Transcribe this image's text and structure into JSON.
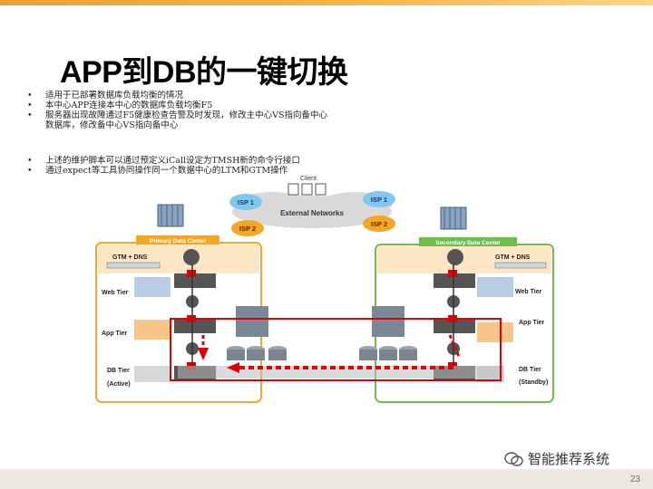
{
  "slide": {
    "title": "APP到DB的一键切换",
    "page_number": "23",
    "watermark": "智能推荐系统"
  },
  "bullets_top": [
    "适用于已部署数据库负载均衡的情况",
    "本中心APP连接本中心的数据库负载均衡F5",
    "服务器出现故障通过F5健康检查告警及时发现，修改主中心VS指向备中心数据库，修改备中心VS指向备中心"
  ],
  "bullets_bottom": [
    "上述的维护脚本可以通过预定义iCall设定为TMSH新的命令行接口",
    "通过expect等工具协同操作同一个数据中心的LTM和GTM操作"
  ],
  "diagram": {
    "client_label": "Client",
    "external_networks_label": "External Networks",
    "isp_left": [
      "ISP 1",
      "ISP 2"
    ],
    "isp_right": [
      "ISP 1",
      "ISP 2"
    ],
    "primary": {
      "header": "Primary Data Center",
      "gtm_label": "GTM + DNS",
      "web_tier": "Web Tier",
      "app_tier": "App Tier",
      "db_tier": "DB Tier",
      "db_state": "(Active)"
    },
    "secondary": {
      "header": "Secondary Data Center",
      "gtm_label": "GTM + DNS",
      "web_tier": "Web Tier",
      "app_tier": "App Tier",
      "db_tier": "DB Tier",
      "db_state": "(Standby)"
    },
    "colors": {
      "primary_border": "#f0a830",
      "secondary_border": "#6cc04a",
      "failover_path": "#e00000",
      "accent_orange": "#f5a623"
    }
  }
}
